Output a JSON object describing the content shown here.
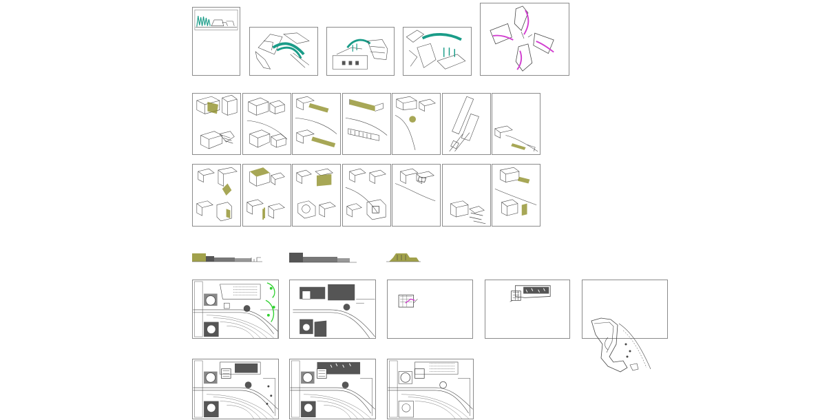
{
  "drawing": {
    "background": "#ffffff",
    "line_color": "#444444",
    "frame_color": "#8a8a8a",
    "accent_teal": "#1a9c88",
    "accent_magenta": "#d23fd0",
    "accent_olive": "#8a8a1e",
    "accent_green": "#2fd12f",
    "fill_dark": "#555555"
  },
  "rows": {
    "perspectives": [
      "perspective-site",
      "perspective-aerial-1",
      "perspective-aerial-2",
      "perspective-aerial-3",
      "perspective-plan-cross"
    ],
    "axonometrics_upper": 7,
    "axonometrics_lower": 7,
    "elevations": 3,
    "site_plans_upper": 5,
    "site_plans_lower": 3
  }
}
